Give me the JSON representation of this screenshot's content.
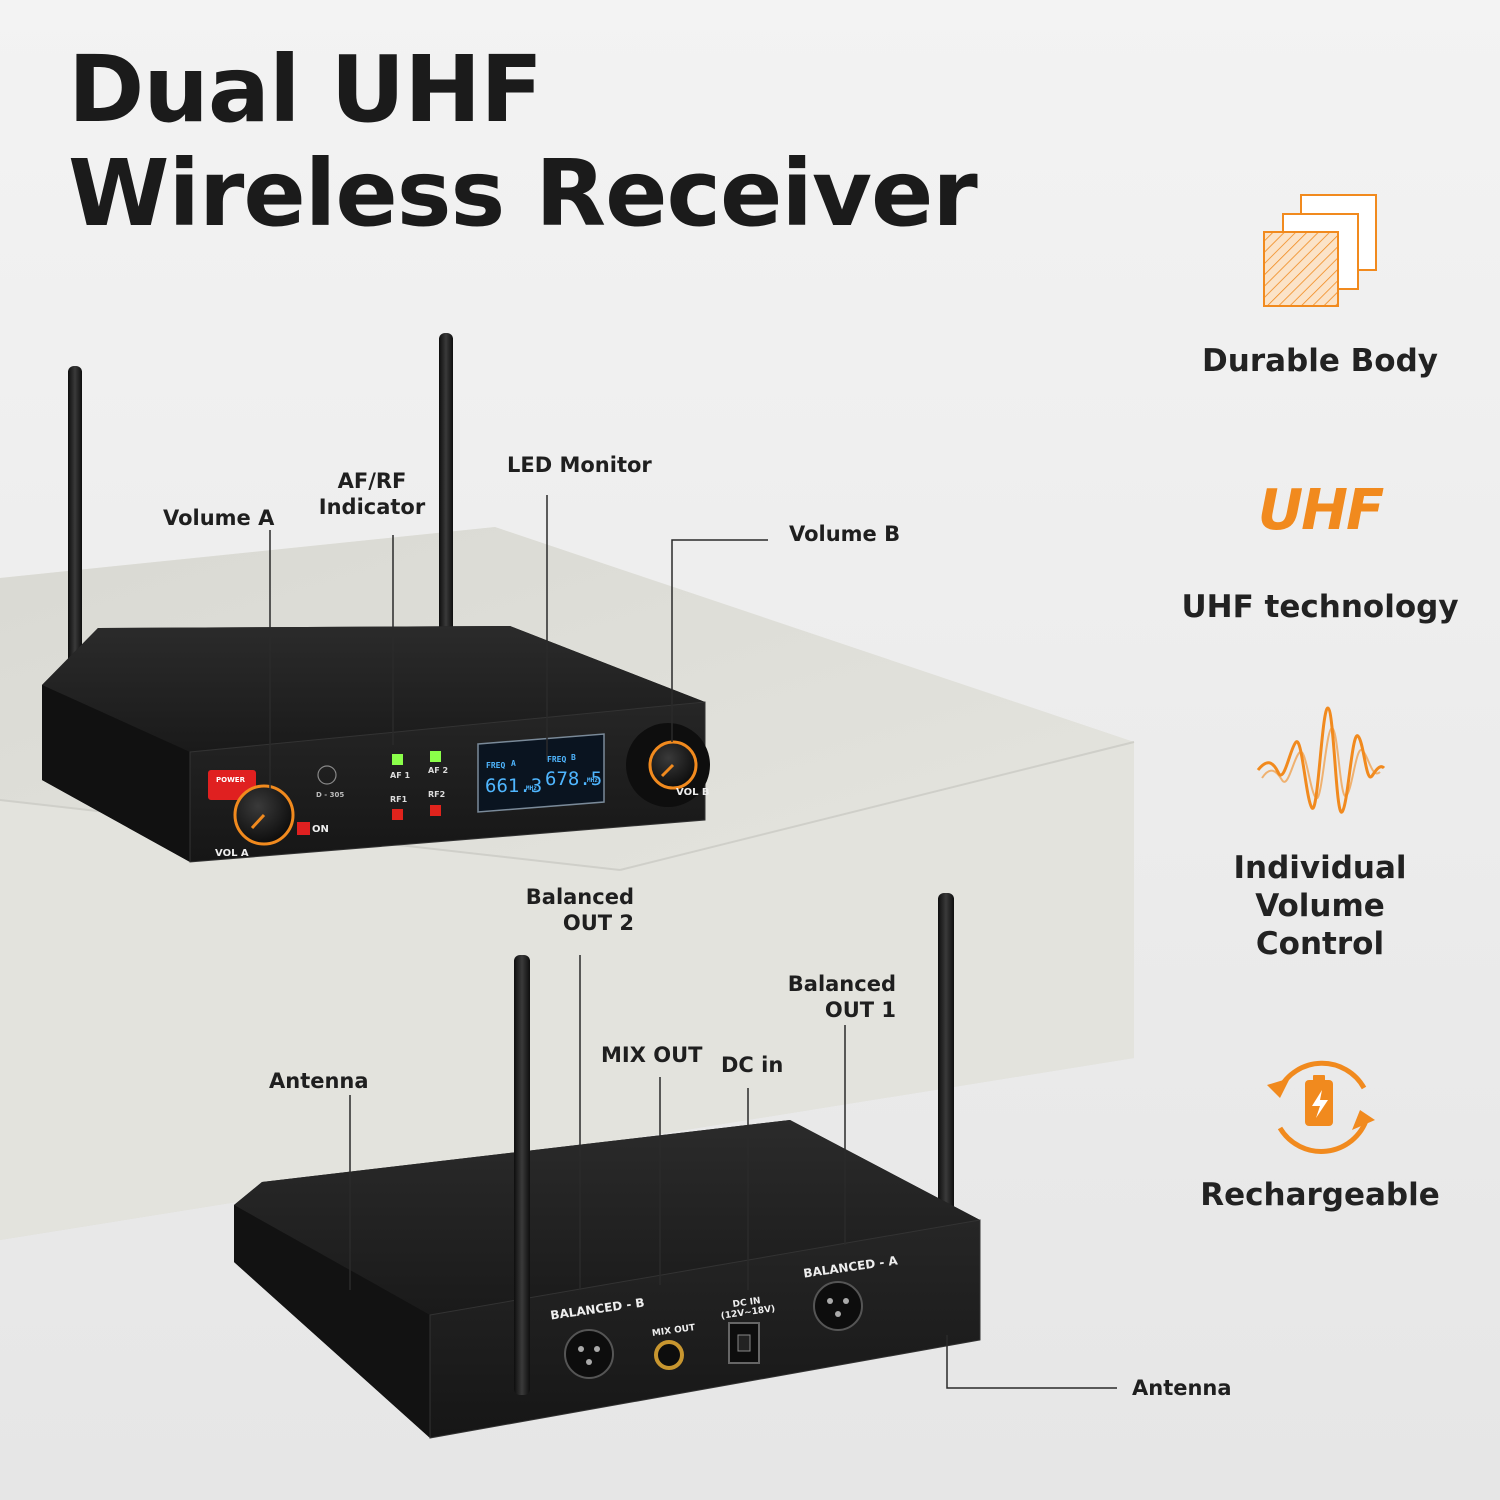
{
  "title": {
    "line1": "Dual UHF",
    "line2": "Wireless Receiver"
  },
  "front_labels": {
    "volume_a": "Volume A",
    "af_rf_line1": "AF/RF",
    "af_rf_line2": "Indicator",
    "led_monitor": "LED Monitor",
    "volume_b": "Volume B"
  },
  "back_labels": {
    "balanced_out2_line1": "Balanced",
    "balanced_out2_line2": "OUT 2",
    "balanced_out1_line1": "Balanced",
    "balanced_out1_line2": "OUT 1",
    "mix_out": "MIX OUT",
    "dc_in": "DC in",
    "antenna_left": "Antenna",
    "antenna_right": "Antenna"
  },
  "front_panel": {
    "power": "POWER",
    "on": "ON",
    "vol_a": "VOL A",
    "vol_b": "VOL B",
    "model": "D - 305",
    "af1": "AF 1",
    "af2": "AF 2",
    "rf1": "RF1",
    "rf2": "RF2",
    "freq": "FREQ",
    "ch_a": "A",
    "ch_b": "B",
    "freq_a": "661.3",
    "freq_b": "678.5",
    "unit": "MHz"
  },
  "back_panel": {
    "balanced_b": "BALANCED - B",
    "balanced_a": "BALANCED - A",
    "mix_out": "MIX OUT",
    "dc_in_line1": "DC IN",
    "dc_in_line2": "(12V~18V)"
  },
  "features": [
    {
      "label": "Durable Body",
      "icon": "layers-icon"
    },
    {
      "label": "UHF technology",
      "icon": "uhf-text-icon",
      "icon_text": "UHF"
    },
    {
      "label_lines": [
        "Individual",
        "Volume",
        "Control"
      ],
      "icon": "sound-wave-icon"
    },
    {
      "label": "Rechargeable",
      "icon": "battery-cycle-icon"
    }
  ],
  "colors": {
    "accent": "#f18a1e",
    "device": "#1e1e1e",
    "lcd": "#4fb6ff",
    "led_green": "#8bff4a",
    "led_red": "#e0231c"
  }
}
